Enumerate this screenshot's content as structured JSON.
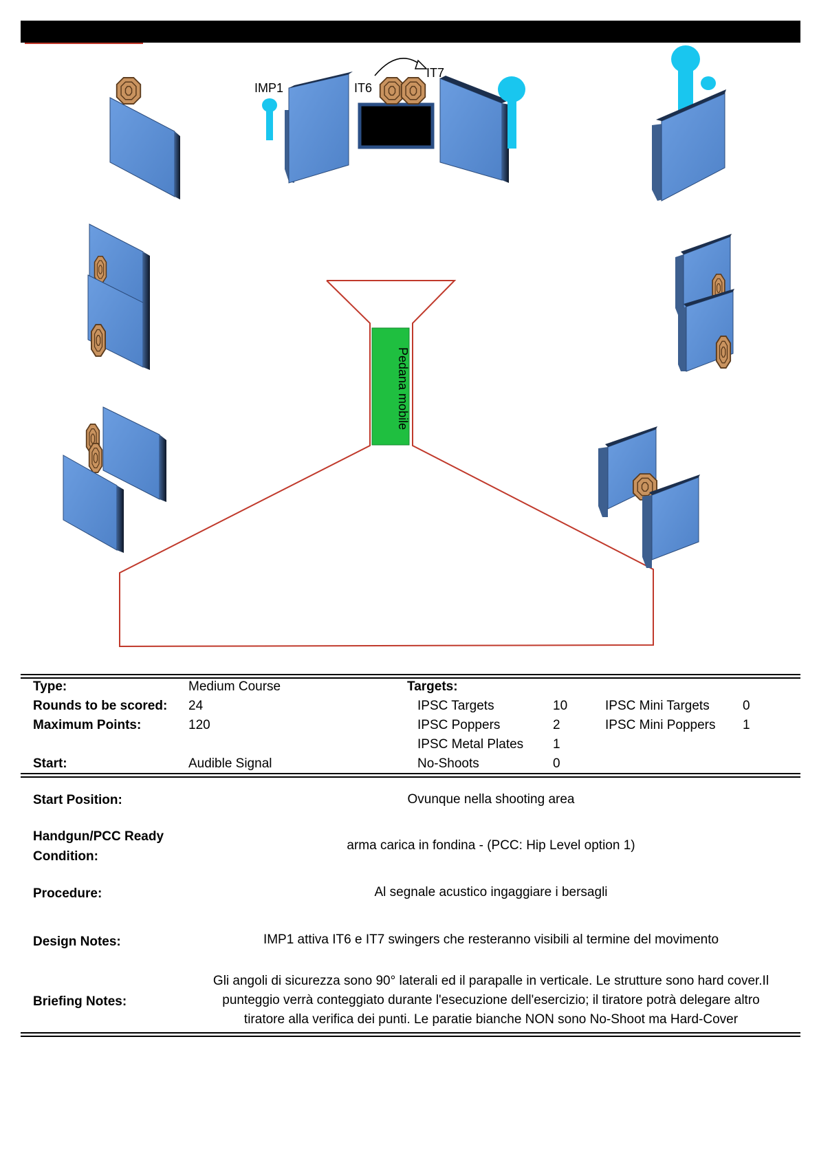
{
  "diagram": {
    "labels": {
      "imp1": "IMP1",
      "it6": "IT6",
      "it7": "IT7",
      "pedana": "Pedana mobile"
    },
    "colors": {
      "wall_face": "#5b8fd6",
      "wall_edge": "#1c2f4d",
      "target": "#c9935f",
      "popper": "#19c6ef",
      "pedana": "#1fbf40",
      "fault_line": "#c0392b"
    }
  },
  "info": {
    "type_label": "Type:",
    "type_value": "Medium Course",
    "rounds_label": "Rounds to be scored:",
    "rounds_value": "24",
    "points_label": "Maximum Points:",
    "points_value": "120",
    "start_label": "Start:",
    "start_value": "Audible Signal",
    "targets_label": "Targets:",
    "targets": [
      {
        "name": "IPSC Targets",
        "count": "10"
      },
      {
        "name": "IPSC Poppers",
        "count": "2"
      },
      {
        "name": "IPSC Metal Plates",
        "count": "1"
      },
      {
        "name": "No-Shoots",
        "count": "0"
      }
    ],
    "mini_targets": [
      {
        "name": "IPSC Mini Targets",
        "count": "0"
      },
      {
        "name": "IPSC Mini Poppers",
        "count": "1"
      }
    ]
  },
  "details": {
    "start_position_label": "Start Position:",
    "start_position_value": "Ovunque nella shooting area",
    "ready_label_1": "Handgun/PCC Ready",
    "ready_label_2": "Condition:",
    "ready_value": "arma carica in fondina - (PCC: Hip Level option 1)",
    "procedure_label": "Procedure:",
    "procedure_value": "Al segnale acustico ingaggiare i bersagli",
    "design_label": "Design Notes:",
    "design_value": "IMP1 attiva IT6 e IT7 swingers che resteranno visibili al termine del movimento",
    "briefing_label": "Briefing Notes:",
    "briefing_line1": "Gli angoli di sicurezza sono 90° laterali ed il parapalle in verticale. Le strutture sono hard cover.Il",
    "briefing_line2": "punteggio verrà conteggiato durante l'esecuzione dell'esercizio; il tiratore potrà delegare altro",
    "briefing_line3": "tiratore alla verifica  dei punti. Le paratie bianche NON sono No-Shoot ma Hard-Cover"
  }
}
